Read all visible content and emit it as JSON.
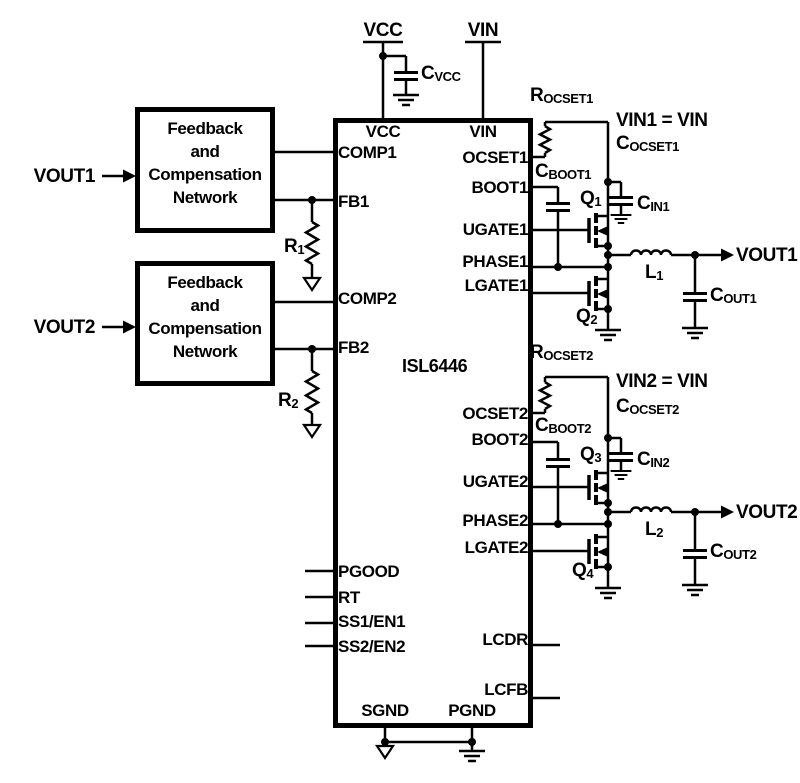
{
  "colors": {
    "ink": "#000000",
    "paper": "#ffffff"
  },
  "rails": {
    "vcc": "VCC",
    "vin": "VIN",
    "cvcc": {
      "m": "C",
      "s": "VCC"
    }
  },
  "ic": {
    "name": "ISL6446",
    "top": {
      "vcc": "VCC",
      "vin": "VIN"
    },
    "left": {
      "comp1": "COMP1",
      "fb1": "FB1",
      "comp2": "COMP2",
      "fb2": "FB2",
      "pgood": "PGOOD",
      "rt": "RT",
      "ss1": "SS1/EN1",
      "ss2": "SS2/EN2"
    },
    "right": {
      "ocset1": "OCSET1",
      "boot1": "BOOT1",
      "ugate1": "UGATE1",
      "phase1": "PHASE1",
      "lgate1": "LGATE1",
      "ocset2": "OCSET2",
      "boot2": "BOOT2",
      "ugate2": "UGATE2",
      "phase2": "PHASE2",
      "lgate2": "LGATE2",
      "lcdr": "LCDR",
      "lcfb": "LCFB"
    },
    "bottom": {
      "sgnd": "SGND",
      "pgnd": "PGND"
    }
  },
  "fb1": {
    "input": "VOUT1",
    "box": "Feedback\nand\nCompensation\nNetwork",
    "r": {
      "m": "R",
      "s": "1"
    }
  },
  "fb2": {
    "input": "VOUT2",
    "box": "Feedback\nand\nCompensation\nNetwork",
    "r": {
      "m": "R",
      "s": "2"
    }
  },
  "ch1": {
    "rocset": {
      "m": "R",
      "s": "OCSET1"
    },
    "vin_note": "VIN1 = VIN",
    "cocset": {
      "m": "C",
      "s": "OCSET1"
    },
    "cboot": {
      "m": "C",
      "s": "BOOT1"
    },
    "qhi": {
      "m": "Q",
      "s": "1"
    },
    "cin": {
      "m": "C",
      "s": "IN1"
    },
    "l": {
      "m": "L",
      "s": "1"
    },
    "vout": "VOUT1",
    "cout": {
      "m": "C",
      "s": "OUT1"
    },
    "qlo": {
      "m": "Q",
      "s": "2"
    }
  },
  "ch2": {
    "rocset": {
      "m": "R",
      "s": "OCSET2"
    },
    "vin_note": "VIN2 = VIN",
    "cocset": {
      "m": "C",
      "s": "OCSET2"
    },
    "cboot": {
      "m": "C",
      "s": "BOOT2"
    },
    "qhi": {
      "m": "Q",
      "s": "3"
    },
    "cin": {
      "m": "C",
      "s": "IN2"
    },
    "l": {
      "m": "L",
      "s": "2"
    },
    "vout": "VOUT2",
    "cout": {
      "m": "C",
      "s": "OUT2"
    },
    "qlo": {
      "m": "Q",
      "s": "4"
    }
  }
}
